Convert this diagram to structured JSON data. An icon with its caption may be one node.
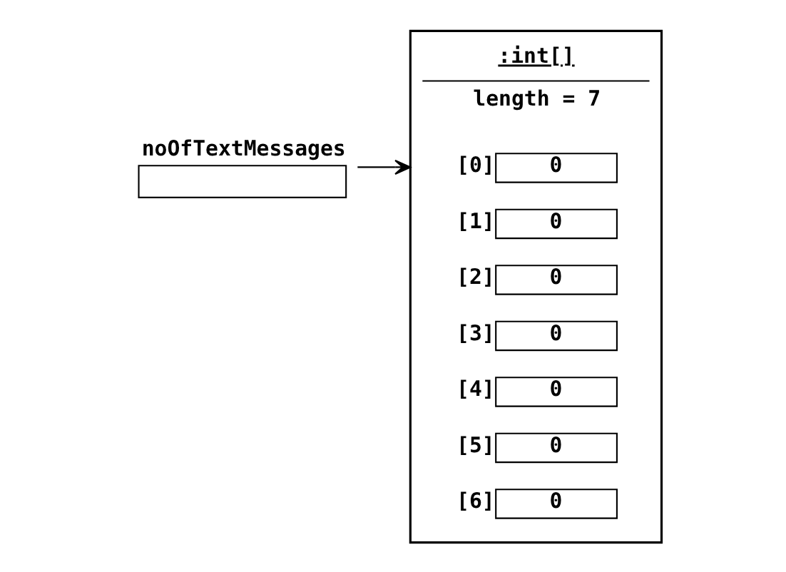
{
  "diagram": {
    "nodes": [
      {
        "text": [
          "noOfTextMessages"
        ]
      },
      {
        "text": [
          ":int[]",
          "length = 7"
        ]
      },
      {
        "text": [
          "0"
        ],
        "beside": [
          "[0]"
        ],
        "in": 1
      },
      {
        "text": [
          "0"
        ],
        "beside": [
          "[1]"
        ],
        "in": 1
      },
      {
        "text": [
          "0"
        ],
        "beside": [
          "[2]"
        ],
        "in": 1
      },
      {
        "text": [
          "0"
        ],
        "beside": [
          "[3]"
        ],
        "in": 1
      },
      {
        "text": [
          "0"
        ],
        "beside": [
          "[4]"
        ],
        "in": 1
      },
      {
        "text": [
          "0"
        ],
        "beside": [
          "[5]"
        ],
        "in": 1
      },
      {
        "text": [
          "0"
        ],
        "beside": [
          "[6]"
        ],
        "in": 1
      }
    ],
    "edges": [
      {
        "from": 0,
        "to": 1,
        "arrow": "to"
      }
    ]
  }
}
